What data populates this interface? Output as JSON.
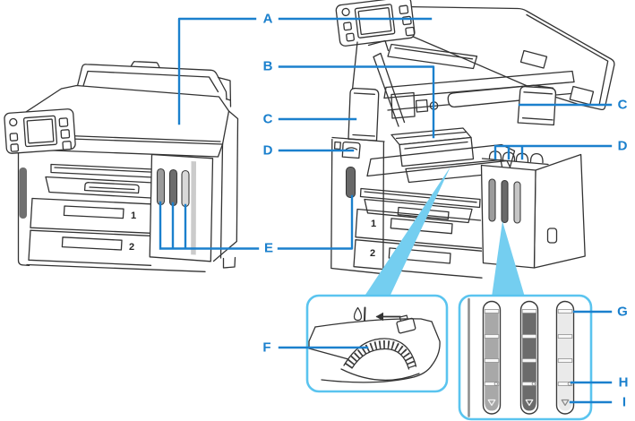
{
  "diagram": {
    "callout_letters": {
      "a": "A",
      "b": "B",
      "c": "C",
      "d": "D",
      "e": "E",
      "f": "F",
      "g": "G",
      "h": "H",
      "i": "I"
    },
    "cassette_labels": {
      "upper": "1",
      "lower": "2"
    },
    "inset_f_icons": [
      "ink-icon",
      "left-arrow-icon",
      "paper-icon"
    ],
    "colors": {
      "callout_blue": "#1b80cd",
      "wedge_blue": "#74cef0",
      "panel_border_blue": "#5ac4ef",
      "line_art": "#333333",
      "ink_window_dark": "#6b6b6b",
      "ink_window_medium": "#a8a8a8",
      "ink_window_light": "#eaeaea"
    }
  }
}
